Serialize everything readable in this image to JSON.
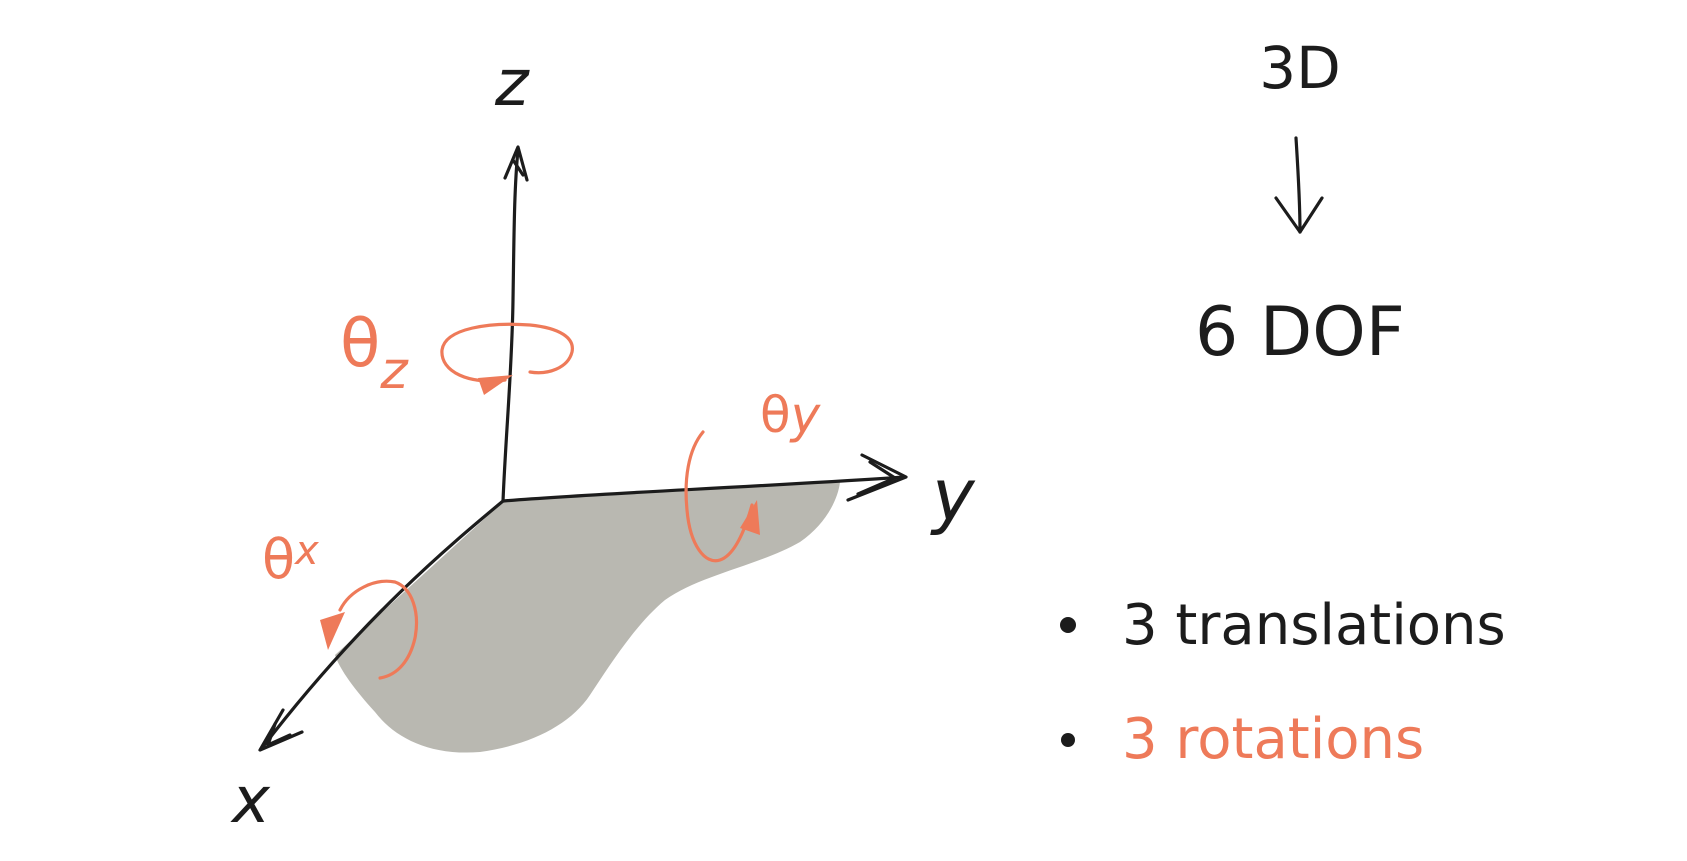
{
  "colors": {
    "ink": "#1c1c1c",
    "accent": "#ee7a59",
    "surface": "#b9b8b1"
  },
  "axes": {
    "x_label": "x",
    "y_label": "y",
    "z_label": "z"
  },
  "rotations": {
    "theta_x": {
      "symbol": "θ",
      "sub": "x"
    },
    "theta_y": {
      "symbol": "θ",
      "sub": "y"
    },
    "theta_z": {
      "symbol": "θ",
      "sub": "z"
    }
  },
  "summary": {
    "dimension": "3D",
    "dof": "6 DOF"
  },
  "bullets": [
    {
      "text": "3 translations",
      "color": "ink"
    },
    {
      "text": "3 rotations",
      "color": "accent"
    }
  ]
}
